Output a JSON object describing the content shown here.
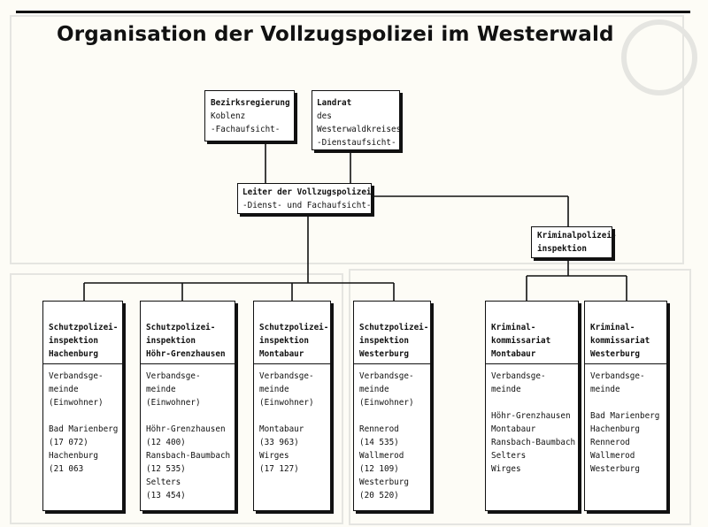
{
  "title": "Organisation der Vollzugspolizei im Westerwald",
  "top_boxes": [
    {
      "lines": [
        "Bezirksregierung",
        "Koblenz",
        "-Fachaufsicht-"
      ]
    },
    {
      "lines": [
        "Landrat",
        "des",
        "Westerwaldkreises",
        "-Dienstaufsicht-"
      ]
    }
  ],
  "leiter": {
    "lines": [
      "Leiter der Vollzugspolizei",
      "-Dienst- und Fachaufsicht-"
    ]
  },
  "kripo_head": {
    "lines": [
      "Kriminalpolizei-",
      "inspektion"
    ]
  },
  "units": [
    {
      "name": [
        "Schutzpolizei-",
        "inspektion",
        "Hachenburg"
      ],
      "label": [
        "Verbandsge-",
        "meinde",
        "(Einwohner)"
      ],
      "places": [
        "Bad Marienberg",
        "(17 072)",
        "Hachenburg",
        "(21 063"
      ]
    },
    {
      "name": [
        "Schutzpolizei-",
        "inspektion",
        "Höhr-Grenzhausen"
      ],
      "label": [
        "Verbandsge-",
        "meinde",
        "(Einwohner)"
      ],
      "places": [
        "Höhr-Grenzhausen",
        "(12 400)",
        "Ransbach-Baumbach",
        "(12 535)",
        "Selters",
        "(13 454)"
      ]
    },
    {
      "name": [
        "Schutzpolizei-",
        "inspektion",
        "Montabaur"
      ],
      "label": [
        "Verbandsge-",
        "meinde",
        "(Einwohner)"
      ],
      "places": [
        "Montabaur",
        "(33 963)",
        "Wirges",
        "(17 127)"
      ]
    },
    {
      "name": [
        "Schutzpolizei-",
        "inspektion",
        "Westerburg"
      ],
      "label": [
        "Verbandsge-",
        "meinde",
        "(Einwohner)"
      ],
      "places": [
        "Rennerod",
        "(14 535)",
        "Wallmerod",
        "(12 109)",
        "Westerburg",
        "(20 520)"
      ]
    },
    {
      "name": [
        "Kriminal-",
        "kommissariat",
        "Montabaur"
      ],
      "label": [
        "Verbandsge-",
        "meinde"
      ],
      "places": [
        "Höhr-Grenzhausen",
        "Montabaur",
        "Ransbach-Baumbach",
        "Selters",
        "Wirges"
      ]
    },
    {
      "name": [
        "Kriminal-",
        "kommissariat",
        "Westerburg"
      ],
      "label": [
        "Verbandsge-",
        "meinde"
      ],
      "places": [
        "Bad Marienberg",
        "Hachenburg",
        "Rennerod",
        "Wallmerod",
        "Westerburg"
      ]
    }
  ]
}
